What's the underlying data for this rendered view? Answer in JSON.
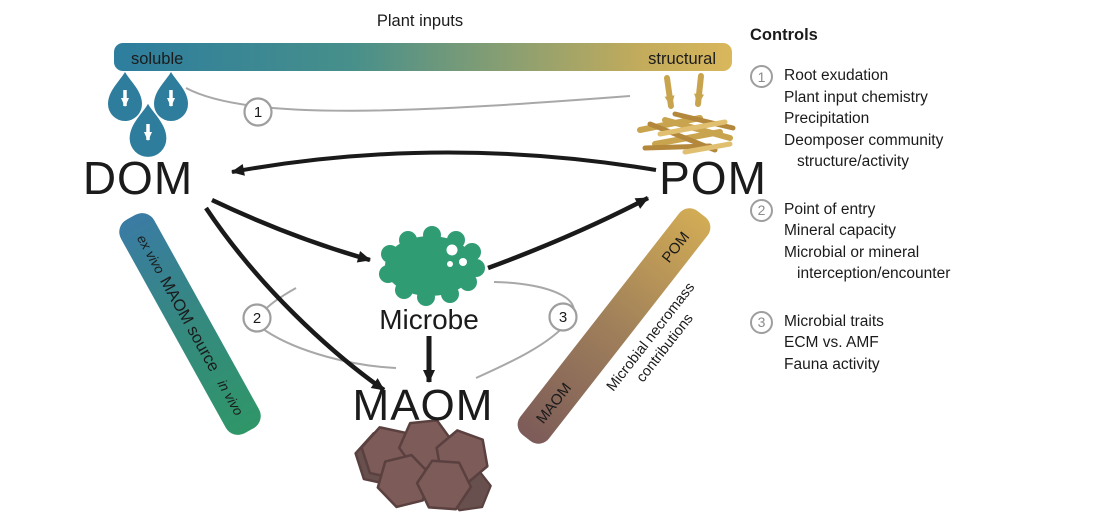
{
  "figure": {
    "plant_inputs": "Plant inputs",
    "soluble": "soluble",
    "structural": "structural",
    "dom": "DOM",
    "pom": "POM",
    "microbe": "Microbe",
    "maom": "MAOM"
  },
  "left_bar": {
    "top_label": "ex vivo",
    "center_label": "MAOM source",
    "bottom_label": "in vivo"
  },
  "right_bar": {
    "top_label": "POM",
    "bottom_label": "MAOM",
    "caption_line1": "Microbial necromass",
    "caption_line2": "contributions"
  },
  "controls": {
    "heading": "Controls",
    "groups": [
      {
        "number": "1",
        "lines": [
          "Root exudation",
          "Plant input chemistry",
          "Precipitation",
          "Deomposer community",
          "structure/activity"
        ]
      },
      {
        "number": "2",
        "lines": [
          "Point of entry",
          "Mineral capacity",
          "Microbial or mineral",
          "interception/encounter"
        ]
      },
      {
        "number": "3",
        "lines": [
          "Microbial traits",
          "ECM vs. AMF",
          "Fauna activity"
        ]
      }
    ]
  },
  "colors": {
    "blue": "#2e7d9c",
    "gold": "#d7b45a",
    "green": "#2f9c74",
    "brown": "#7c5b59",
    "gray": "#a0a0a0",
    "arrow": "#1a1a1a"
  }
}
